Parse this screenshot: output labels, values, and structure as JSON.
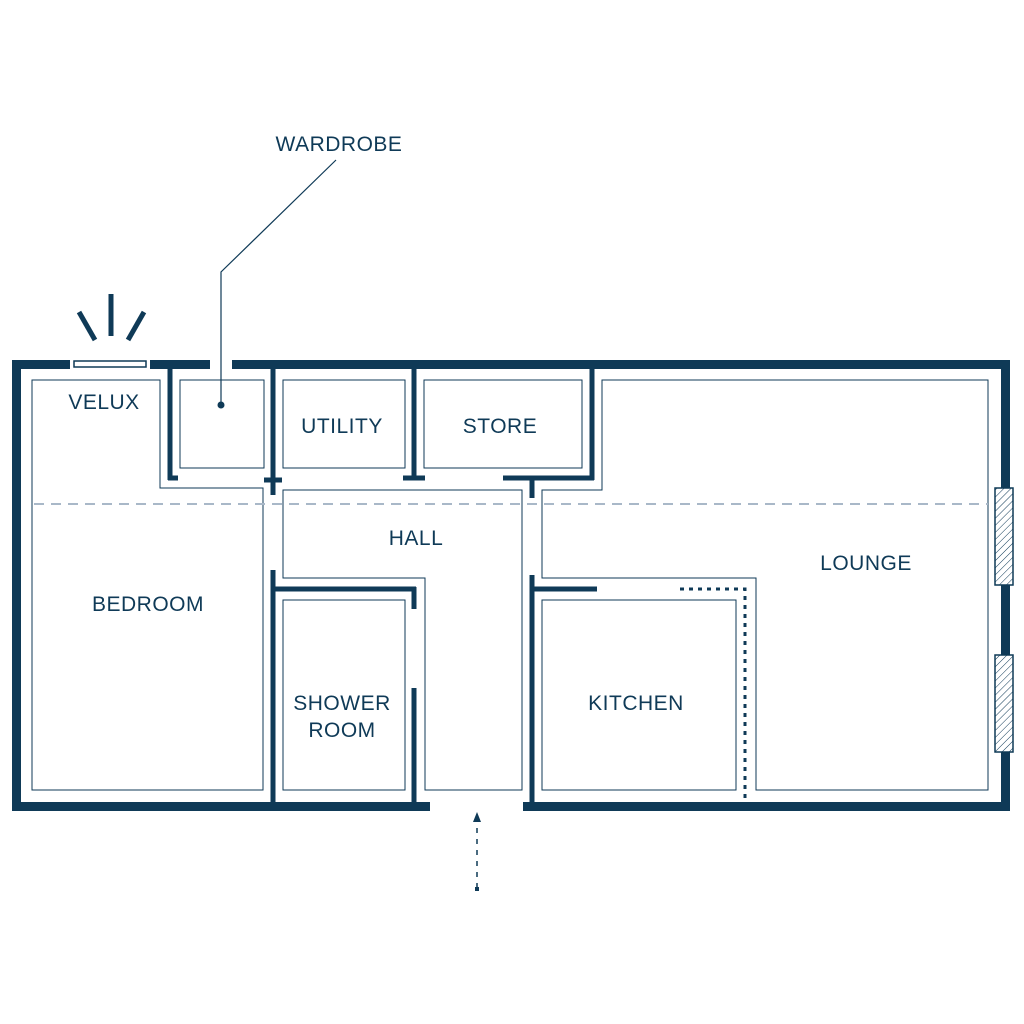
{
  "plan": {
    "labels": {
      "wardrobe": "WARDROBE",
      "velux": "VELUX",
      "utility": "UTILITY",
      "store": "STORE",
      "hall": "HALL",
      "bedroom": "BEDROOM",
      "lounge": "LOUNGE",
      "shower_line1": "SHOWER",
      "shower_line2": "ROOM",
      "kitchen": "KITCHEN"
    },
    "colors": {
      "wall": "#0f3a57",
      "eave_line": "#a9b8c8",
      "background": "#ffffff"
    }
  }
}
